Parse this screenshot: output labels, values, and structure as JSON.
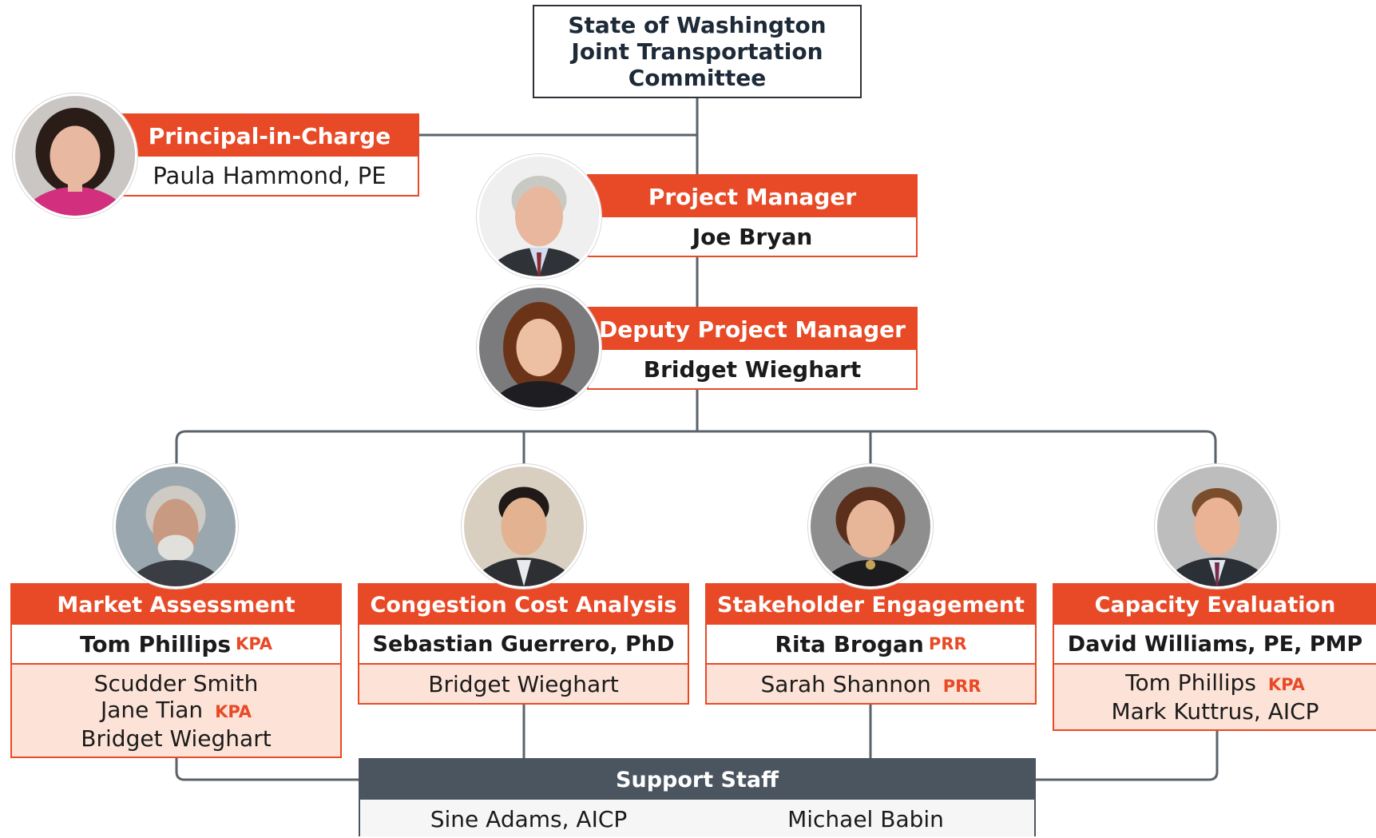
{
  "top": {
    "line1": "State of Washington",
    "line2": "Joint Transportation",
    "line3": "Committee"
  },
  "principal": {
    "title": "Principal-in-Charge",
    "name": "Paula Hammond, PE"
  },
  "pm": {
    "title": "Project Manager",
    "name": "Joe Bryan"
  },
  "dpm": {
    "title": "Deputy Project Manager",
    "name": "Bridget Wieghart"
  },
  "teams": [
    {
      "title": "Market Assessment",
      "lead": "Tom Phillips",
      "lead_firm": "KPA",
      "members": [
        {
          "name": "Scudder Smith",
          "firm": ""
        },
        {
          "name": "Jane Tian",
          "firm": "KPA"
        },
        {
          "name": "Bridget Wieghart",
          "firm": ""
        }
      ]
    },
    {
      "title": "Congestion Cost Analysis",
      "lead": "Sebastian Guerrero, PhD",
      "lead_firm": "",
      "members": [
        {
          "name": "Bridget Wieghart",
          "firm": ""
        }
      ]
    },
    {
      "title": "Stakeholder Engagement",
      "lead": "Rita Brogan",
      "lead_firm": "PRR",
      "members": [
        {
          "name": "Sarah Shannon",
          "firm": "PRR"
        }
      ]
    },
    {
      "title": "Capacity Evaluation",
      "lead": "David Williams, PE, PMP",
      "lead_firm": "",
      "members": [
        {
          "name": "Tom Phillips",
          "firm": "KPA"
        },
        {
          "name": "Mark Kuttrus, AICP",
          "firm": ""
        }
      ]
    }
  ],
  "support": {
    "title": "Support Staff",
    "members": [
      "Sine Adams, AICP",
      "Michael Babin"
    ]
  },
  "colors": {
    "accent": "#e84a27",
    "accent_light": "#fde3d7",
    "dark": "#4b5560",
    "line": "#5a626b"
  }
}
